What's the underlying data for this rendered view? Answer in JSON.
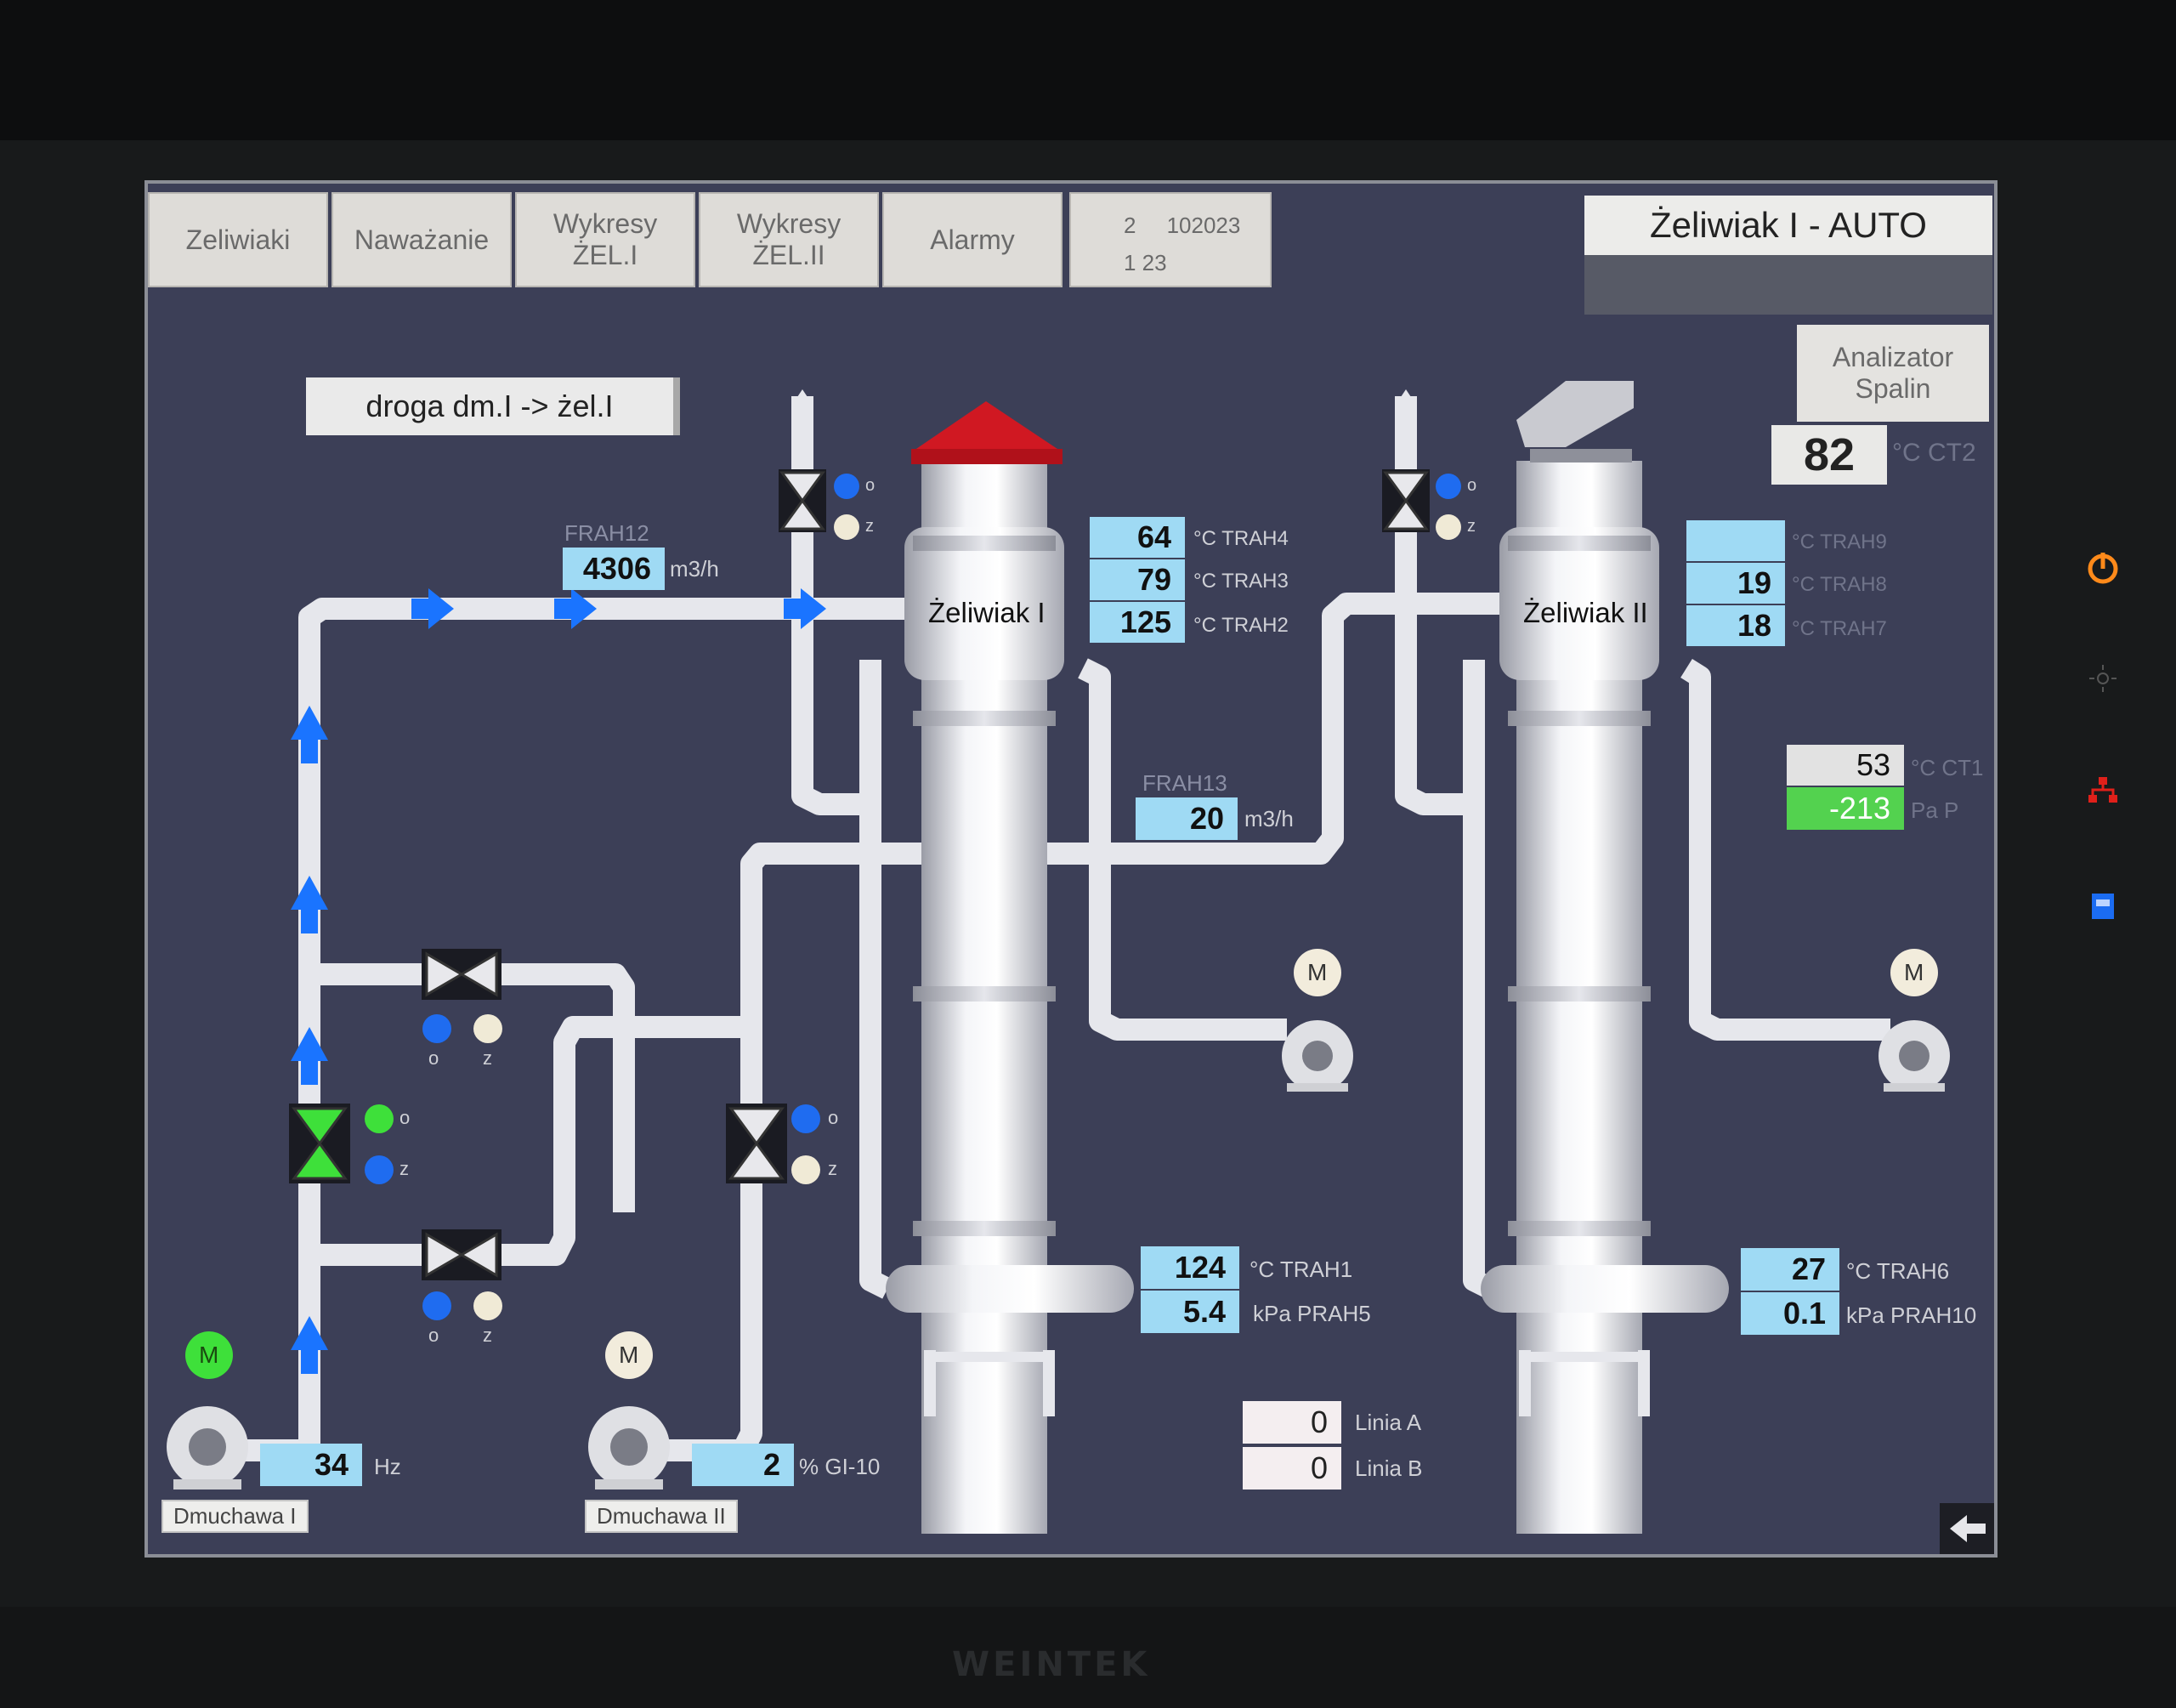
{
  "nav": {
    "items": [
      {
        "label": "Zeliwiaki"
      },
      {
        "label": "Naważanie"
      },
      {
        "label": "Wykresy\nŻEL.I"
      },
      {
        "label": "Wykresy\nŻEL.II"
      },
      {
        "label": "Alarmy"
      }
    ],
    "date_line1": "2     102023",
    "date_line2": "1 23"
  },
  "title": "Żeliwiak I - AUTO",
  "analyzer_button": "Analizator\nSpalin",
  "route_button": "droga dm.I -> żel.I",
  "ct2": {
    "value": "82",
    "unit": "°C CT2"
  },
  "frah12": {
    "name": "FRAH12",
    "value": "4306",
    "unit": "m3/h"
  },
  "frah13": {
    "name": "FRAH13",
    "value": "20",
    "unit": "m3/h"
  },
  "furnace1": {
    "label": "Żeliwiak I",
    "temps": [
      {
        "value": "64",
        "label": "°C TRAH4"
      },
      {
        "value": "79",
        "label": "°C TRAH3"
      },
      {
        "value": "125",
        "label": "°C TRAH2"
      }
    ],
    "trah1": {
      "value": "124",
      "label": "°C TRAH1"
    },
    "prah5": {
      "value": "5.4",
      "label": "kPa PRAH5"
    }
  },
  "furnace2": {
    "label": "Żeliwiak II",
    "temps": [
      {
        "value": "",
        "label": "°C TRAH9"
      },
      {
        "value": "19",
        "label": "°C TRAH8"
      },
      {
        "value": "18",
        "label": "°C TRAH7"
      }
    ],
    "trah6": {
      "value": "27",
      "label": "°C TRAH6"
    },
    "prah10": {
      "value": "0.1",
      "label": "kPa PRAH10"
    }
  },
  "ct1": {
    "value": "53",
    "label": "°C CT1"
  },
  "pressure": {
    "value": "-213",
    "label": "Pa P"
  },
  "blower1": {
    "name": "Dmuchawa I",
    "value": "34",
    "unit": "Hz"
  },
  "blower2": {
    "name": "Dmuchawa II",
    "value": "2",
    "unit": "% GI-10"
  },
  "lines": [
    {
      "value": "0",
      "label": "Linia A"
    },
    {
      "value": "0",
      "label": "Linia B"
    }
  ],
  "valve_labels": {
    "open": "o",
    "closed": "z"
  },
  "motor_label": "M",
  "brand": "WEINTEK",
  "colors": {
    "background": "#3c3f57",
    "pipe": "#e8e9ee",
    "value_box": "#9fdaf4",
    "active_green": "#53d24f",
    "arrow_blue": "#1a74ff",
    "cap_red": "#d01822",
    "indicator_blue": "#1f6cf0"
  },
  "icons": [
    "power-icon",
    "sun-icon",
    "network-icon",
    "sd-card-icon",
    "back-arrow-icon",
    "motor-icon",
    "fan-icon",
    "valve-icon",
    "flow-arrow-icon"
  ]
}
